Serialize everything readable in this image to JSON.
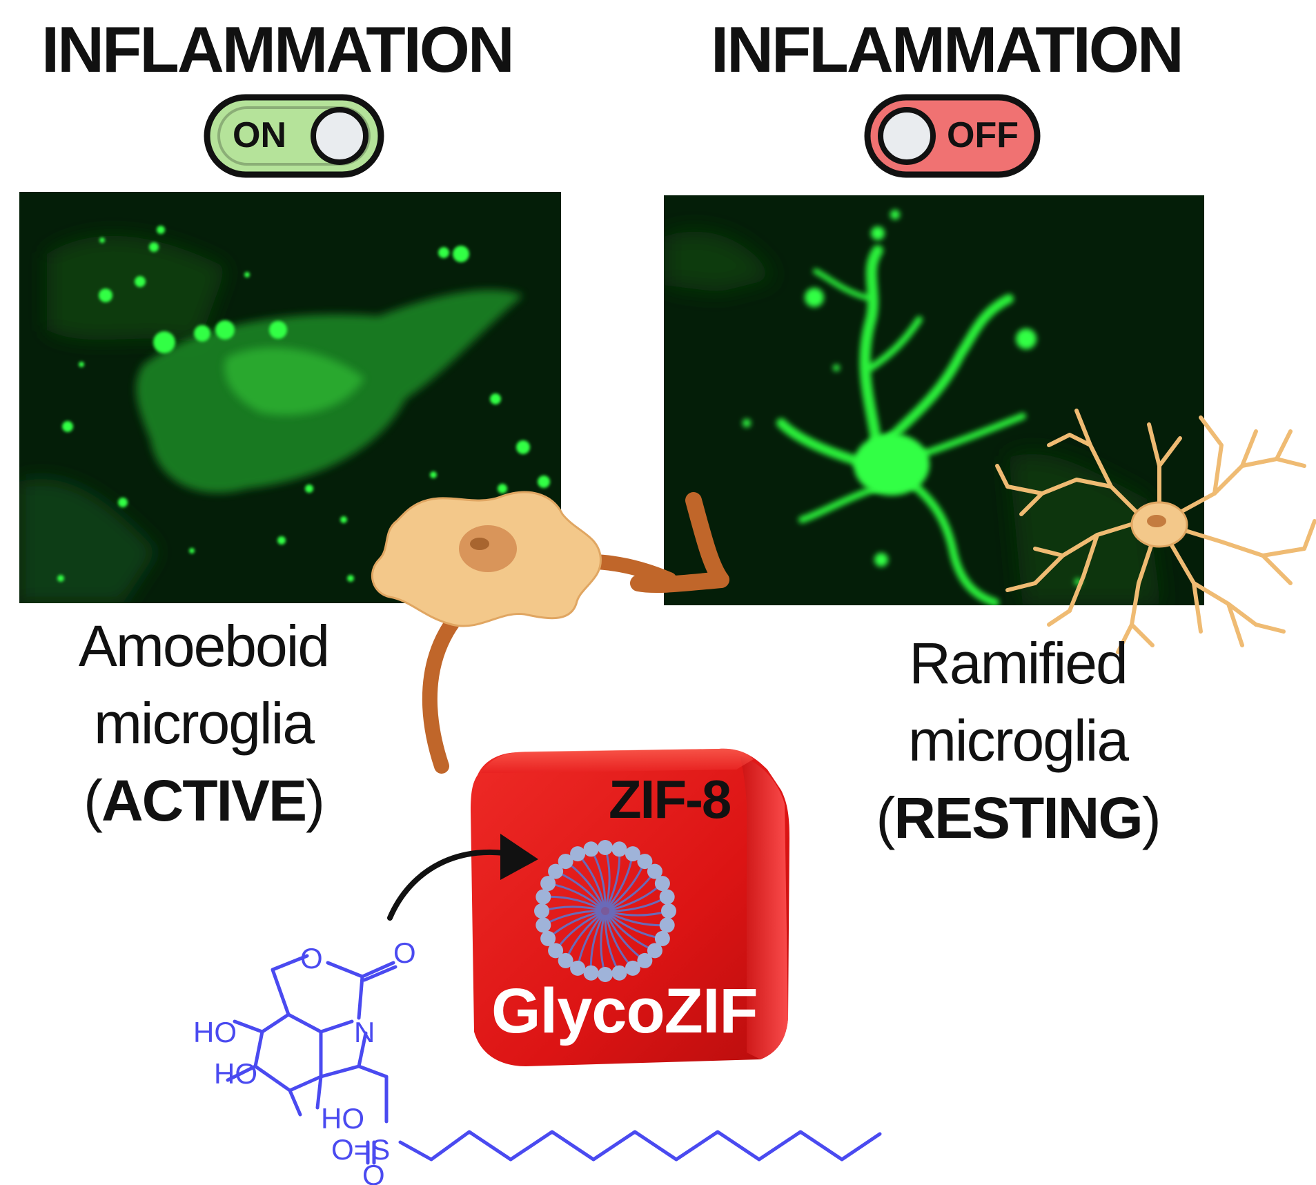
{
  "left_panel": {
    "title": "INFLAMMATION",
    "toggle_label": "ON",
    "toggle_color": "#b5e39a",
    "caption_line1": "Amoeboid",
    "caption_line2": "microglia",
    "caption_open": "(",
    "caption_state": "ACTIVE",
    "caption_close": ")"
  },
  "right_panel": {
    "title": "INFLAMMATION",
    "toggle_label": "OFF",
    "toggle_color": "#f07272",
    "caption_line1": "Ramified",
    "caption_line2": "microglia",
    "caption_open": "(",
    "caption_state": "RESTING",
    "caption_close": ")"
  },
  "cube": {
    "label_top": "ZIF-8",
    "label_bottom": "GlycoZIF",
    "color": "#e01b1b"
  },
  "molecule": {
    "atoms": [
      "O",
      "O",
      "N",
      "HO",
      "HO",
      "HO",
      "O=S",
      "O",
      "O"
    ],
    "color": "#4a4af0"
  },
  "colors": {
    "fluorescence": "#22ff44",
    "cell": "#f3c88a",
    "arrow": "#c0662a"
  }
}
